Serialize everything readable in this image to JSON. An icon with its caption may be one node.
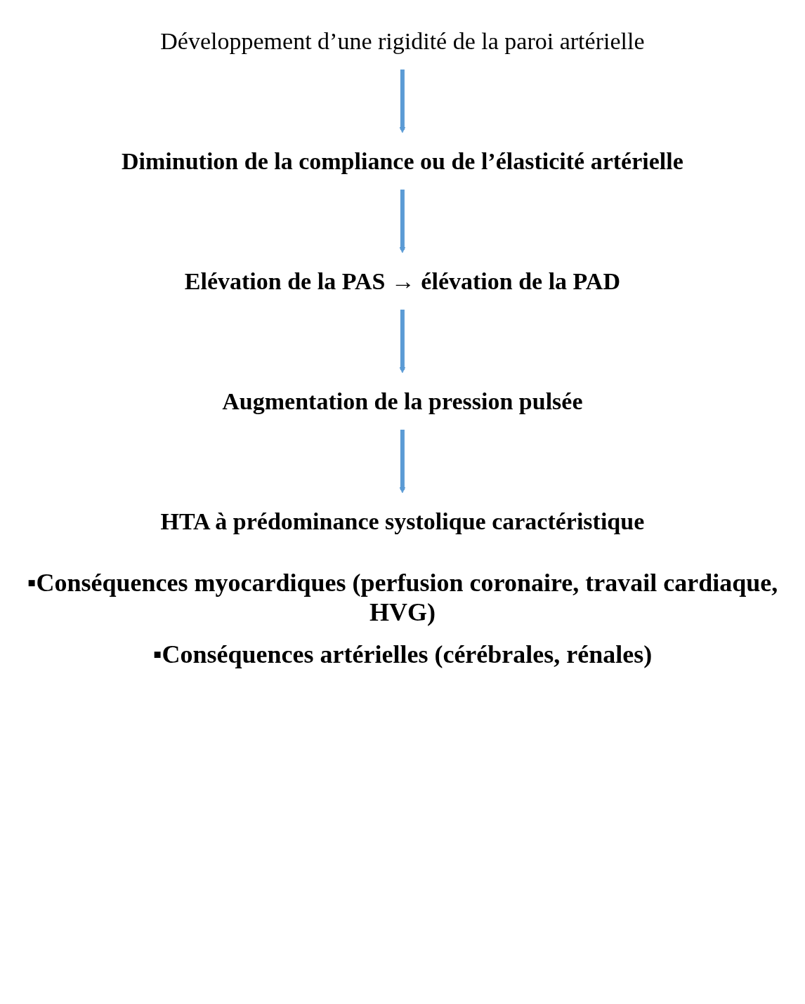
{
  "diagram": {
    "nodes": [
      {
        "text": [
          "Développement d’une rigidité de la paroi artérielle"
        ]
      },
      {
        "text": [
          "Diminution de la compliance ou de l’élasticité artérielle"
        ]
      },
      {
        "text": [
          "Elévation de la PAS → élévation de la PAD"
        ]
      },
      {
        "text": [
          "Augmentation de la pression pulsée"
        ]
      },
      {
        "text": [
          "HTA à prédominance systolique caractéristique"
        ]
      }
    ],
    "edges": [
      {
        "from": 0,
        "to": 1,
        "arrow": "to"
      },
      {
        "from": 1,
        "to": 2,
        "arrow": "to"
      },
      {
        "from": 2,
        "to": 3,
        "arrow": "to"
      },
      {
        "from": 3,
        "to": 4,
        "arrow": "to"
      }
    ],
    "labels": [
      "▪Conséquences myocardiques (perfusion coronaire, travail cardiaque, HVG)",
      "▪Conséquences artérielles (cérébrales, rénales)"
    ]
  }
}
